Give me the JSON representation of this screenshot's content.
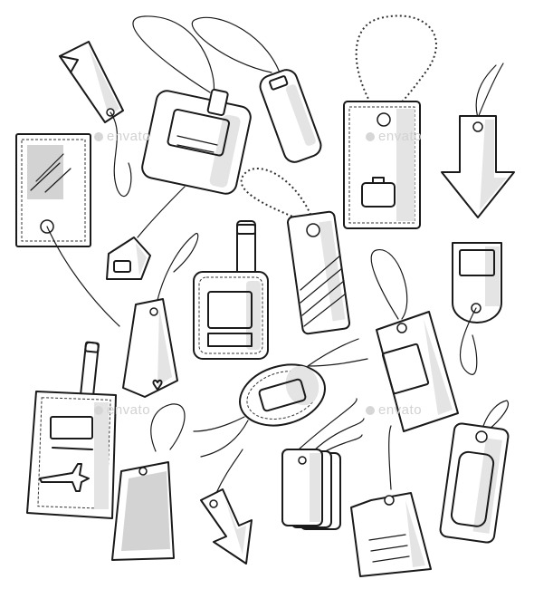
{
  "image": {
    "watermarks": [
      "envato",
      "envato",
      "envato",
      "envato"
    ],
    "tags": [
      "flag-tag",
      "luggage-tag-with-window",
      "rounded-tag-with-clip",
      "chain-tag-with-suitcase",
      "arrow-tag-down",
      "stitched-rectangle-tag",
      "small-pentagon-tag",
      "strap-luggage-tag",
      "chain-tag-with-stripes",
      "rounded-window-tag",
      "plain-heart-tag",
      "window-tag-with-string",
      "oval-tag",
      "airplane-luggage-tag",
      "shaded-tag",
      "arrow-tag-diagonal",
      "stacked-tags",
      "lined-tag",
      "rounded-shaded-tag"
    ]
  }
}
